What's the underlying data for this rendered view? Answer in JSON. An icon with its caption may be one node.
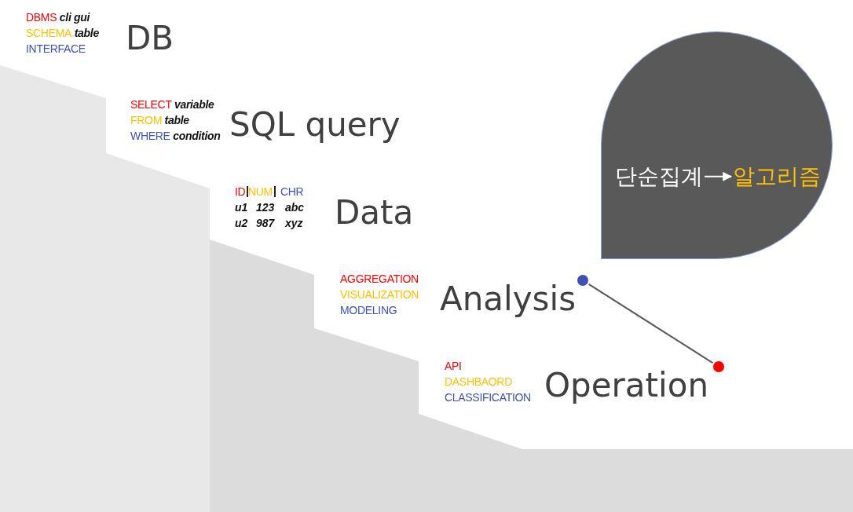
{
  "diagram": {
    "nodes": [
      {
        "text": [],
        "shape": "bubble"
      },
      {
        "text": [
          "단순집계"
        ],
        "in": 0
      },
      {
        "text": [
          "알고리즘"
        ],
        "in": 0
      },
      {
        "text": [],
        "shape": "circle"
      },
      {
        "text": [],
        "shape": "circle"
      }
    ],
    "edges": [
      {
        "from": 1,
        "to": 2,
        "arrow": "to",
        "color": "#ffffff"
      },
      {
        "from": 3,
        "to": 4,
        "arrow": "none",
        "color": "#595959"
      }
    ],
    "labels": [
      "DBMS *cli gui*",
      "SCHEMA.*table*",
      "INTERFACE",
      "DB",
      "SELECT  *variable*",
      "FROM  *table*",
      "WHERE  *condition*",
      "SQL query",
      "ID",
      "NUM",
      "CHR",
      "u1",
      "123",
      "abc",
      "u2",
      "987",
      "xyz",
      "Data",
      "AGGREGATION",
      "VISUALIZATION",
      "MODELING",
      "Analysis",
      "API",
      "DASHBAORD",
      "CLASSIFICATION",
      "Operation"
    ]
  }
}
